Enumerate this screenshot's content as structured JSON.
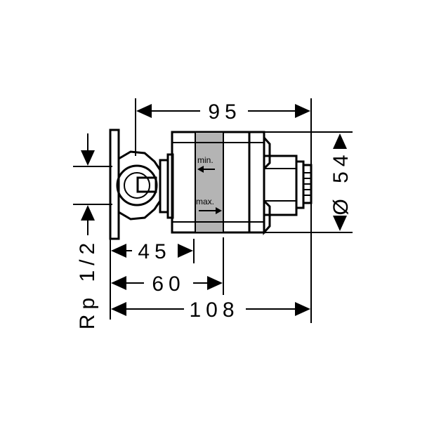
{
  "dimensions": {
    "width_top": "95",
    "diameter": "Ø 54",
    "depth_1": "45",
    "depth_2": "60",
    "depth_3": "108",
    "thread": "Rp 1/2"
  },
  "scale_labels": {
    "min": "min.",
    "max": "max."
  },
  "colors": {
    "line": "#000000",
    "background": "#ffffff",
    "cartridge_fill": "#b4b4b4"
  }
}
